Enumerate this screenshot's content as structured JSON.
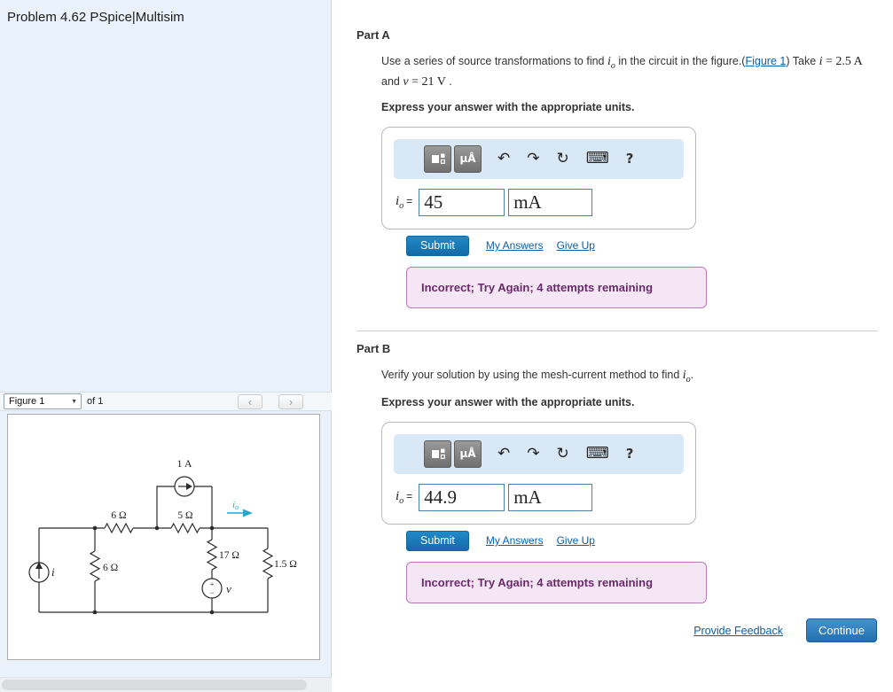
{
  "page": {
    "title": "Problem 4.62 PSpice|Multisim"
  },
  "colors": {
    "link": "#0b5fab",
    "submit_button": "#1779b8",
    "feedback_bg": "#f5e6f5",
    "feedback_border": "#b879b8",
    "feedback_text": "#6a2a6a",
    "left_panel_bg": "#e9f2fa",
    "io_arrow": "#2aa6c9"
  },
  "figure_bar": {
    "selector": "Figure 1",
    "of": "of 1",
    "prev": "‹",
    "next": "›",
    "caret": "▼"
  },
  "circuit": {
    "source_top": "1 A",
    "r_top_left": "6 Ω",
    "r_top_right": "5 Ω",
    "r_mid": "17 Ω",
    "r_left": "6 Ω",
    "r_right": "1.5 Ω",
    "i_label": "i",
    "v_label": "v",
    "io_var": "i",
    "io_sub": "o",
    "plus": "+",
    "minus": "−"
  },
  "toolbar": {
    "mu": "μÅ",
    "undo": "↶",
    "redo": "↷",
    "reset": "↻",
    "keyboard": "⌨",
    "help": "?"
  },
  "common": {
    "io_var": "i",
    "io_sub": "o",
    "eq": "=",
    "express": "Express your answer with the appropriate units.",
    "submit": "Submit",
    "my_answers": "My Answers",
    "give_up": "Give Up",
    "feedback": "Incorrect; Try Again; 4 attempts remaining"
  },
  "part_a": {
    "title": "Part A",
    "prompt": {
      "t1": "Use a series of source transformations to find ",
      "t2": " in the circuit in the figure.(",
      "link": "Figure 1",
      "t3": ") Take ",
      "m1v": "i",
      "m1r": " = 2.5 A",
      "t4": " and ",
      "m2v": "v",
      "m2r": " = 21 V",
      "t5": " ."
    },
    "value": "45",
    "unit": "mA"
  },
  "part_b": {
    "title": "Part B",
    "prompt": {
      "t1": "Verify your solution by using the mesh-current method to find ",
      "t2": "."
    },
    "value": "44.9",
    "unit": "mA"
  },
  "footer": {
    "provide_feedback": "Provide Feedback",
    "continue": "Continue"
  }
}
